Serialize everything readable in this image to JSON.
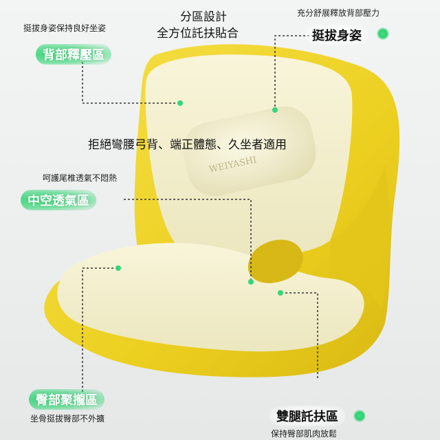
{
  "texts": {
    "top_left_small": "挺拔身姿保持良好坐姿",
    "top_center_1": "分區設計",
    "top_center_2": "全方位託扶貼合",
    "top_right_small": "充分舒展釋放背部壓力",
    "middle_headline": "拒絕彎腰弓背、端正體態、久坐者適用",
    "left_small_mid": "呵護尾椎透氣不悶熱",
    "bottom_left_small": "坐骨挺拔臀部不外擴",
    "bottom_right_small": "保持臀部肌肉放鬆",
    "pillow_brand": "WEIYASHI"
  },
  "labels": {
    "back_relief": "背部釋壓區",
    "posture": "挺拔身姿",
    "hollow_vent": "中空透氣區",
    "hip_gather": "臀部聚攏區",
    "leg_support": "雙腿託扶區"
  },
  "colors": {
    "accent_green": "#35d57a",
    "seat_yellow": "#f0d42a",
    "cushion_cream": "#f4f0cf"
  }
}
